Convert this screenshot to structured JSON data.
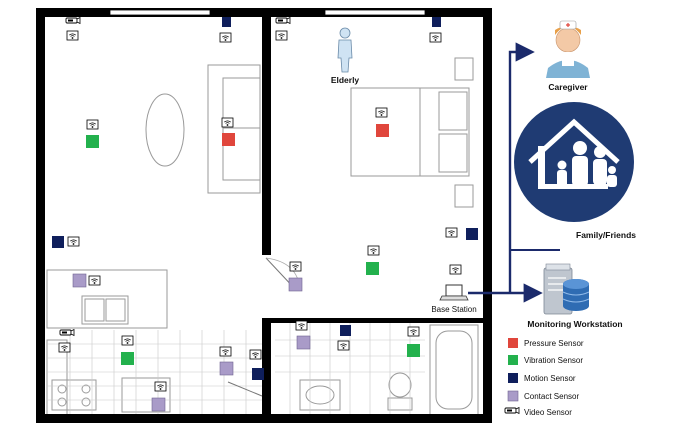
{
  "labels": {
    "elderly": "Elderly",
    "caregiver": "Caregiver",
    "family": "Family/Friends",
    "base_station": "Base Station",
    "monitoring": "Monitoring Workstation"
  },
  "legend": [
    {
      "label": "Pressure Sensor",
      "color": "#e0463c"
    },
    {
      "label": "Vibration Sensor",
      "color": "#23b14d"
    },
    {
      "label": "Motion Sensor",
      "color": "#0f1f5c"
    },
    {
      "label": "Contact Sensor",
      "color": "#a99bc8"
    },
    {
      "label": "Video Sensor",
      "icon": "camera-icon"
    }
  ],
  "colors": {
    "wall": "#000000",
    "arrow": "#1b2a6b",
    "family_circle": "#1f3b73",
    "pressure": "#e0463c",
    "vibration": "#23b14d",
    "motion": "#0f1f5c",
    "contact": "#a99bc8",
    "furniture": "#9a9a9a"
  }
}
